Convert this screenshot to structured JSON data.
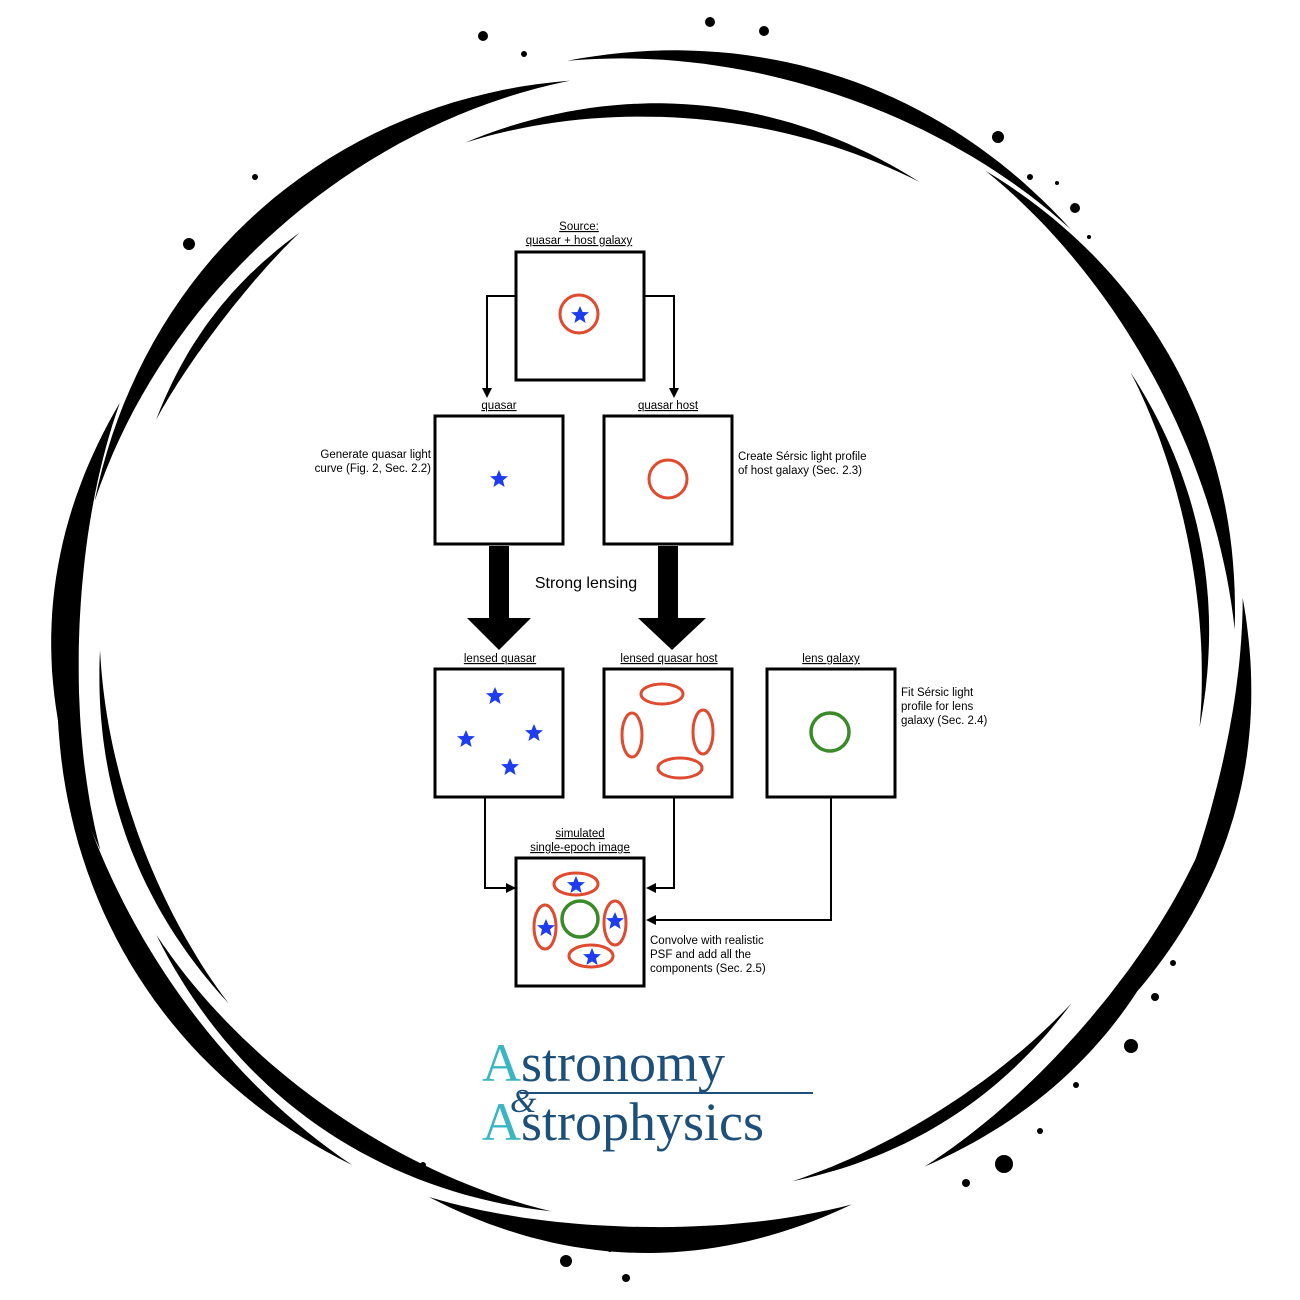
{
  "diagram": {
    "source_title_line1": "Source:",
    "source_title_line2": "quasar + host galaxy",
    "quasar_title": "quasar",
    "quasar_host_title": "quasar host",
    "quasar_note_line1": "Generate quasar light",
    "quasar_note_line2": "curve (Fig. 2, Sec. 2.2)",
    "host_note_line1": "Create Sérsic light profile",
    "host_note_line2": "of host galaxy (Sec. 2.3)",
    "strong_lensing": "Strong lensing",
    "lensed_quasar_title": "lensed quasar",
    "lensed_host_title": "lensed quasar host",
    "lens_galaxy_title": "lens galaxy",
    "lens_note_line1": "Fit Sérsic light",
    "lens_note_line2": "profile for lens",
    "lens_note_line3": "galaxy (Sec. 2.4)",
    "sim_title_line1": "simulated",
    "sim_title_line2": "single-epoch image",
    "sim_note_line1": "Convolve with realistic",
    "sim_note_line2": "PSF and add all the",
    "sim_note_line3": "components (Sec. 2.5)"
  },
  "logo": {
    "line1_cap": "A",
    "line1_rest": "stronomy",
    "ampersand": "&",
    "line2_cap": "A",
    "line2_rest": "strophysics"
  },
  "colors": {
    "quasar_star": "#1f3df0",
    "host_galaxy": "#e04a2f",
    "lens_galaxy": "#3a8a2a",
    "logo_dark": "#1c4f79",
    "logo_light": "#3ab6c3"
  },
  "icons": {
    "quasar": "star-icon",
    "host": "ellipse-icon",
    "lens": "circle-icon"
  }
}
